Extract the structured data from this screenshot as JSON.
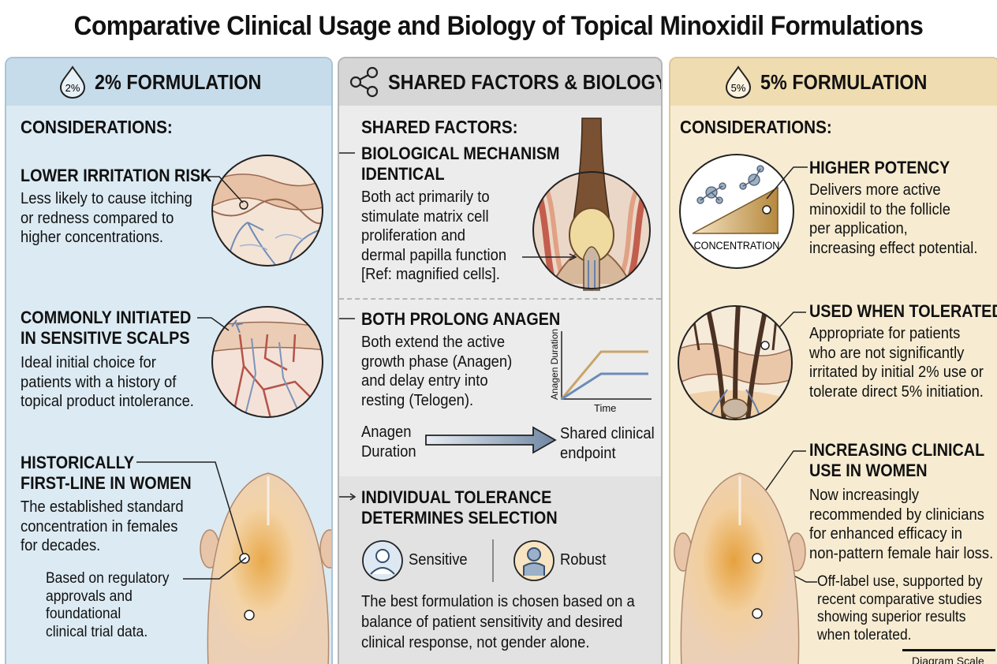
{
  "title": "Comparative Clinical Usage and Biology of Topical Minoxidil Formulations",
  "left": {
    "icon_label": "2%",
    "header": "2% FORMULATION",
    "section": "CONSIDERATIONS:",
    "items": [
      {
        "title": [
          "LOWER IRRITATION RISK"
        ],
        "body": [
          "Less likely to cause itching",
          "or redness compared to",
          "higher concentrations."
        ]
      },
      {
        "title": [
          "COMMONLY INITIATED",
          "IN SENSITIVE SCALPS"
        ],
        "body": [
          "Ideal initial choice for",
          "patients with a history of",
          "topical product intolerance."
        ]
      },
      {
        "title": [
          "HISTORICALLY",
          "FIRST-LINE IN WOMEN"
        ],
        "body": [
          "The established standard",
          "concentration in females",
          "for decades."
        ]
      }
    ],
    "note": [
      "Based on regulatory",
      "approvals and",
      "foundational",
      "clinical trial data."
    ]
  },
  "mid": {
    "header": "SHARED FACTORS & BIOLOGY",
    "section": "SHARED FACTORS:",
    "items": [
      {
        "title": [
          "BIOLOGICAL MECHANISM",
          "IDENTICAL"
        ],
        "body": [
          "Both act primarily to",
          "stimulate matrix cell",
          "proliferation and",
          "dermal papilla function",
          "[Ref: magnified cells]."
        ]
      },
      {
        "title": [
          "BOTH PROLONG ANAGEN"
        ],
        "body": [
          "Both extend the active",
          "growth phase (Anagen)",
          "and delay entry into",
          "resting (Telogen)."
        ]
      },
      {
        "title": [
          "INDIVIDUAL TOLERANCE",
          "DETERMINES SELECTION"
        ],
        "body": [
          "The best formulation is chosen based on a",
          "balance of patient sensitivity and desired",
          "clinical response, not gender alone."
        ]
      }
    ],
    "graph": {
      "ylabel": "Anagen Duration",
      "xlabel": "Time"
    },
    "flow": {
      "from": [
        "Anagen",
        "Duration"
      ],
      "to": [
        "Shared clinical",
        "endpoint"
      ]
    },
    "sensitive": "Sensitive",
    "robust": "Robust"
  },
  "right": {
    "icon_label": "5%",
    "header": "5% FORMULATION",
    "section": "CONSIDERATIONS:",
    "concentration_label": "CONCENTRATION",
    "items": [
      {
        "title": [
          "HIGHER POTENCY"
        ],
        "body": [
          "Delivers more active",
          "minoxidil to the follicle",
          "per application,",
          "increasing effect potential."
        ]
      },
      {
        "title": [
          "USED WHEN TOLERATED"
        ],
        "body": [
          "Appropriate for patients",
          "who are not significantly",
          "irritated by initial 2% use or",
          "tolerate direct 5% initiation."
        ]
      },
      {
        "title": [
          "INCREASING CLINICAL",
          "USE IN WOMEN"
        ],
        "body": [
          "Now increasingly",
          "recommended by clinicians",
          "for enhanced efficacy in",
          "non-pattern female hair loss."
        ]
      }
    ],
    "note": [
      "Off-label use, supported by",
      "recent comparative studies",
      "showing superior results",
      "when tolerated."
    ],
    "scale_label": "Diagram Scale"
  }
}
